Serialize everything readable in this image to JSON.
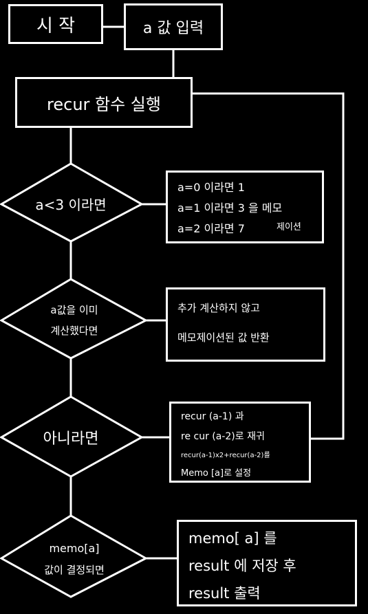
{
  "flowchart": {
    "start": "시 작",
    "input": "a 값 입력",
    "recur": "recur 함수 실행",
    "cond1": "a<3 이라면",
    "cond2_line1": "a값을 이미",
    "cond2_line2": "계산했다면",
    "cond3": "아니라면",
    "cond4_line1": "memo[a]",
    "cond4_line2": "값이 결정되면",
    "note1": [
      "a=0 이라면 1",
      "a=1 이라면 3 을 메모",
      "a=2 이라면 7"
    ],
    "note1_extra": "제이션",
    "note2": [
      "추가 계산하지 않고",
      "메모제이션된 값 반환"
    ],
    "note3": [
      "recur (a-1) 과",
      "re cur (a-2)로 재귀",
      "recur(a-1)x2+recur(a-2)를",
      "Memo [a]로 설정"
    ],
    "note4": [
      "memo[ a] 를",
      "result 에 저장 후",
      "result 출력"
    ]
  }
}
